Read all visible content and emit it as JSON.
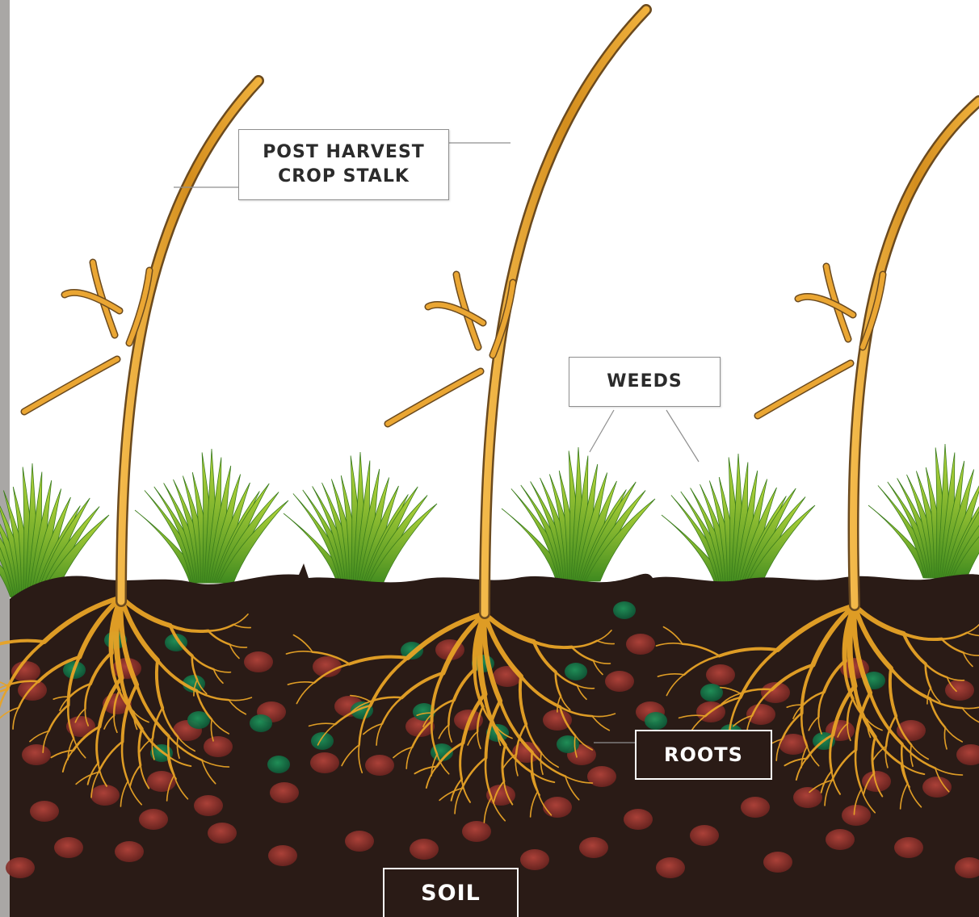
{
  "diagram": {
    "labels": {
      "stalk": "POST HARVEST\nCROP STALK",
      "weeds": "WEEDS",
      "roots": "ROOTS",
      "soil": "SOIL"
    },
    "colors": {
      "left_bar": "#a9a7a5",
      "soil": "#2a1b16",
      "stalk_gold": "#e9a52b",
      "stalk_dark": "#6b4a1e",
      "weed_green": "#7fb52c",
      "weed_light": "#b7d63a",
      "particle_red": "#8e2f2a",
      "particle_green": "#15744a",
      "connector": "#8f8f8f"
    }
  }
}
